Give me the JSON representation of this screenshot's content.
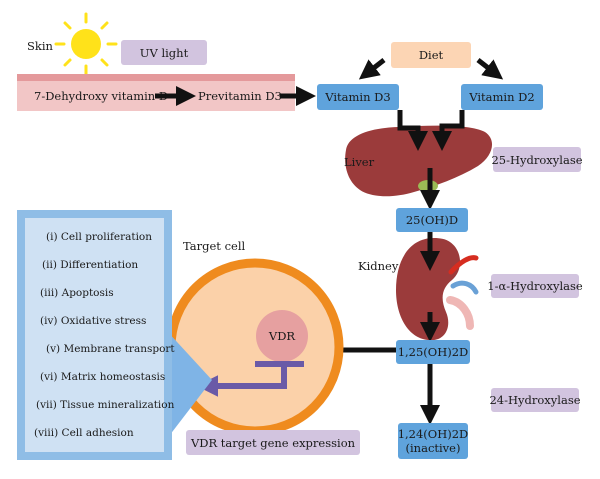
{
  "labels": {
    "skin": "Skin",
    "uv_light": "UV light",
    "diet": "Diet",
    "dehydroxy": "7-Dehydroxy vitamin D",
    "previtamin": "Previtamin D3",
    "vitamin_d3": "Vitamin D3",
    "vitamin_d2": "Vitamin D2",
    "liver": "Liver",
    "hydroxylase_25": "25-Hydroxylase",
    "oh_d_25": "25(OH)D",
    "kidney": "Kidney",
    "alpha_hydroxylase": "1-α-Hydroxylase",
    "oh2d_125": "1,25(OH)2D",
    "hydroxylase_24": "24-Hydroxylase",
    "oh2d_124_line1": "1,24(OH)2D",
    "oh2d_124_line2": "(inactive)",
    "target_cell": "Target cell",
    "vdr": "VDR",
    "vdr_gene_expression": "VDR target gene expression"
  },
  "effects": [
    "(i) Cell proliferation",
    "(ii) Differentiation",
    "(iii) Apoptosis",
    "(iv) Oxidative stress",
    "(v) Membrane transport",
    "(vi) Matrix homeostasis",
    "(vii) Tissue mineralization",
    "(viii) Cell adhesion"
  ],
  "colors": {
    "blue_box": "#5fa3dc",
    "lavender_box": "#d2c4df",
    "peach_box": "#fcd5b4",
    "skin_band": "#f2c6c6",
    "skin_band_top": "#e4999b",
    "organ": "#9b3b3b",
    "cell_fill": "#fbd1a9",
    "cell_border": "#ef8b1e",
    "panel": "#a9cbec",
    "sun": "#ffe21a"
  }
}
